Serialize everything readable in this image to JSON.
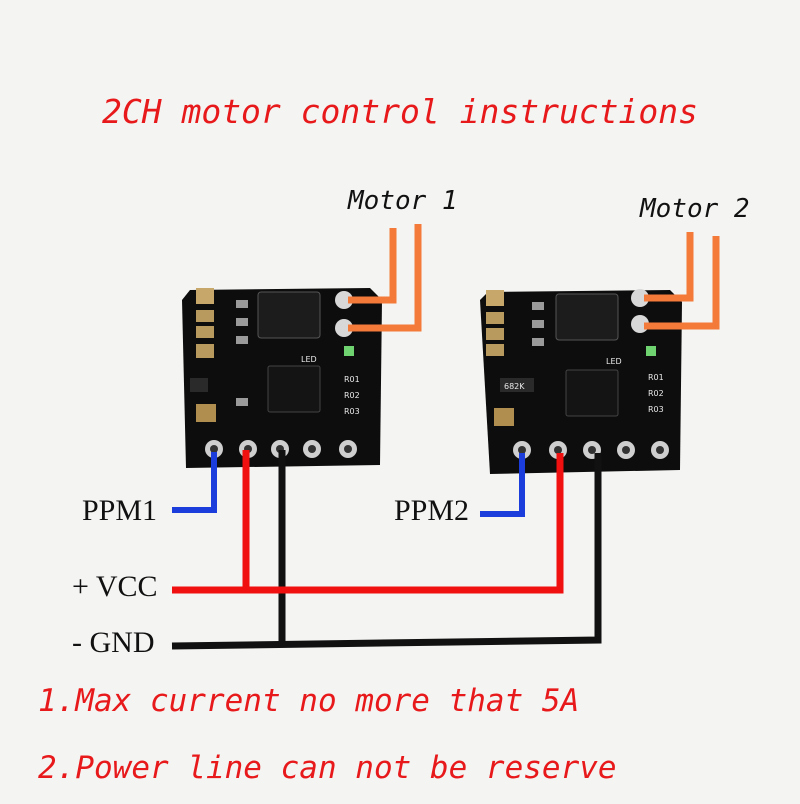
{
  "title": "2CH motor control instructions",
  "motors": [
    {
      "label": "Motor 1"
    },
    {
      "label": "Motor 2"
    }
  ],
  "pins": {
    "ppm1": "PPM1",
    "ppm2": "PPM2",
    "vcc": "+ VCC",
    "gnd": "- GND"
  },
  "board_marks": {
    "led": "LED",
    "r1": "R01",
    "r2": "R02",
    "r3": "R03",
    "chip_code": "682K"
  },
  "notes": [
    "1.Max current no more that 5A",
    "2.Power line can not be reserve"
  ],
  "colors": {
    "title": "#e8191b",
    "motor_wire": "#f47a3a",
    "signal_wire": "#1a3ddb",
    "vcc_wire": "#f01010",
    "gnd_wire": "#111111",
    "board": "#0d0d0d"
  }
}
